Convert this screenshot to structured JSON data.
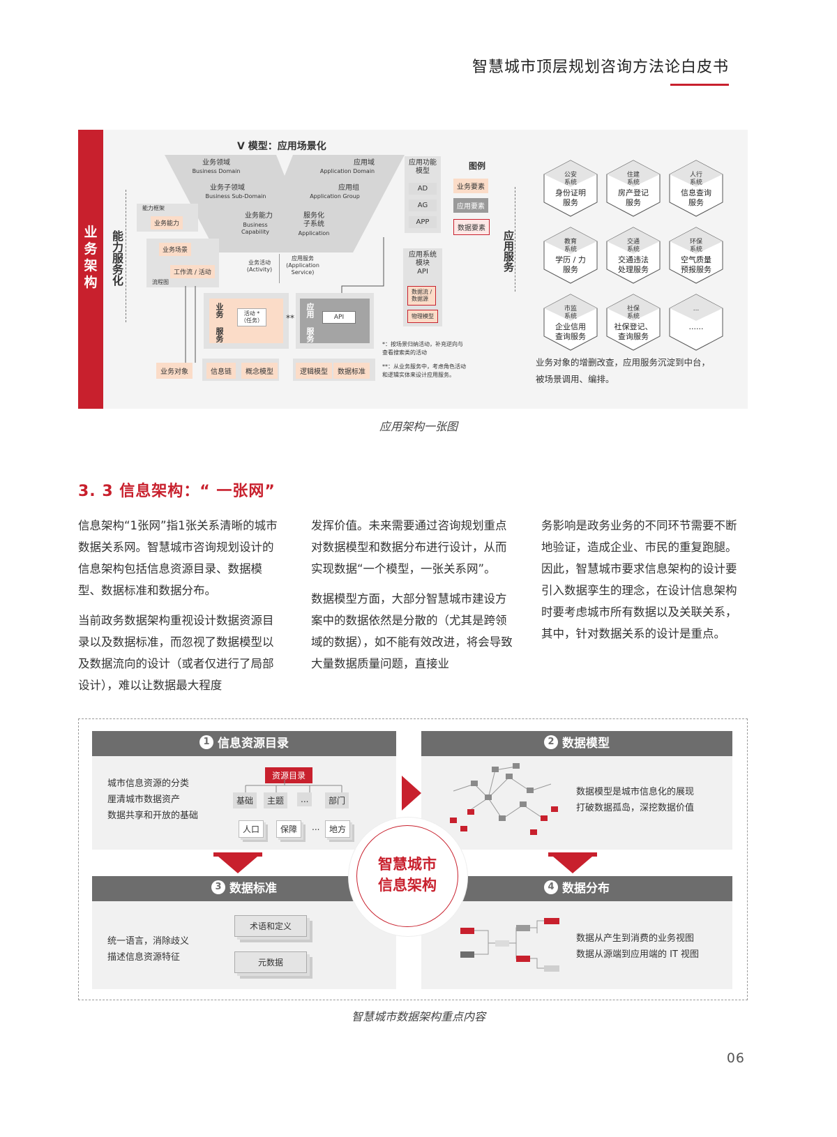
{
  "header": {
    "title": "智慧城市顶层规划咨询方法论白皮书"
  },
  "figure1": {
    "side_label": [
      "业",
      "务",
      "架",
      "构"
    ],
    "vmodel_title": "V 模型：应用场景化",
    "left_domain": "业务领域",
    "left_domain_en": "Business Domain",
    "left_subdomain": "业务子领域",
    "left_subdomain_en": "Business Sub-Domain",
    "left_cap": "业务能力",
    "left_cap_en": "Business\nCapability",
    "right_domain": "应用域",
    "right_domain_en": "Application Domain",
    "right_group": "应用组",
    "right_group_en": "Application Group",
    "right_sub": "服务化\n子系统",
    "right_sub_en": "Application",
    "activity": "业务活动\n(Activity)",
    "app_service": "应用服务\n(Application\nService)",
    "ability_service_label": "能力服务化",
    "ability_frame": "能力框架",
    "biz_ability": "业务能力",
    "biz_scene": "业务场景",
    "workflow": "工作流 / 活动",
    "flowchart": "流程图",
    "app_func_model": "应用功能\n模型",
    "app_func_items": [
      "AD",
      "AG",
      "APP"
    ],
    "legend_title": "图例",
    "legend_items": [
      "业务要素",
      "应用要素",
      "数据要素"
    ],
    "app_module_api": "应用系统\n模块\nAPI",
    "data_flow": "数据流 /\n数据源",
    "physical_model": "物理模型",
    "biz_service": "业务\n服务",
    "activity_task": "活动 *\n（任务）",
    "app_service_short": "应用\n服务",
    "api": "API",
    "bottom_tags": [
      "业务对象",
      "信息链",
      "概念模型",
      "逻辑模型",
      "数据标准"
    ],
    "note1": "*：按场景归纳活动，补充逆向与\n查看搜索类的活动",
    "note2": "**：从业务服务中，考虑角色活动\n和逻辑实体来设计应用服务。",
    "app_service_label": "应用服务",
    "hexes": [
      {
        "sys": "公安\n系统",
        "svc": "身份证明\n服务"
      },
      {
        "sys": "住建\n系统",
        "svc": "房产登记\n服务"
      },
      {
        "sys": "人行\n系统",
        "svc": "信息查询\n服务"
      },
      {
        "sys": "教育\n系统",
        "svc": "学历 / 力\n服务"
      },
      {
        "sys": "交通\n系统",
        "svc": "交通违法\n处理服务"
      },
      {
        "sys": "环保\n系统",
        "svc": "空气质量\n预报服务"
      },
      {
        "sys": "市监\n系统",
        "svc": "企业信用\n查询服务"
      },
      {
        "sys": "社保\n系统",
        "svc": "社保登记、\n查询服务"
      },
      {
        "sys": "...",
        "svc": "......"
      }
    ],
    "right_note": "业务对象的增删改查，应用服务沉淀到中台，\n被场景调用、编排。",
    "caption": "应用架构一张图"
  },
  "section": {
    "title": "3. 3  信息架构：“ 一张网”",
    "paragraphs_col1": [
      "信息架构“1张网”指1张关系清晰的城市数据关系网。智慧城市咨询规划设计的信息架构包括信息资源目录、数据模型、数据标准和数据分布。",
      "当前政务数据架构重视设计数据资源目录以及数据标准，而忽视了数据模型以及数据流向的设计（或者仅进行了局部设计），难以让数据最大程度"
    ],
    "paragraphs_col2": [
      "发挥价值。未来需要通过咨询规划重点对数据模型和数据分布进行设计，从而实现数据“一个模型，一张关系网”。",
      "数据模型方面，大部分智慧城市建设方案中的数据依然是分散的（尤其是跨领域的数据），如不能有效改进，将会导致大量数据质量问题，直接业"
    ],
    "paragraphs_col3": [
      "务影响是政务业务的不同环节需要不断地验证，造成企业、市民的重复跑腿。因此，智慧城市要求信息架构的设计要引入数据孪生的理念，在设计信息架构时要考虑城市所有数据以及关联关系，其中，针对数据关系的设计是重点。"
    ]
  },
  "figure2": {
    "p1": {
      "num": "1",
      "title": "信息资源目录",
      "text": [
        "城市信息资源的分类",
        "厘清城市数据资产",
        "数据共享和开放的基础"
      ],
      "root": "资源目录",
      "level1": [
        "基础",
        "主题",
        "...",
        "部门"
      ],
      "level2": [
        "人口",
        "保障",
        "...",
        "地方"
      ]
    },
    "p2": {
      "num": "2",
      "title": "数据模型",
      "text": [
        "数据模型是城市信息化的展现",
        "打破数据孤岛，深挖数据价值"
      ]
    },
    "p3": {
      "num": "3",
      "title": "数据标准",
      "text": [
        "统一语言，消除歧义",
        "描述信息资源特征"
      ],
      "stack1": "术语和定义",
      "stack2": "元数据"
    },
    "p4": {
      "num": "4",
      "title": "数据分布",
      "text": [
        "数据从产生到消费的业务视图",
        "数据从源端到应用端的 IT 视图"
      ]
    },
    "center": [
      "智慧城市",
      "信息架构"
    ],
    "caption": "智慧城市数据架构重点内容"
  },
  "page_number": "06",
  "colors": {
    "accent": "#c8202d",
    "panel_head": "#6d6d6d",
    "panel_bg": "#f1f1f1"
  }
}
